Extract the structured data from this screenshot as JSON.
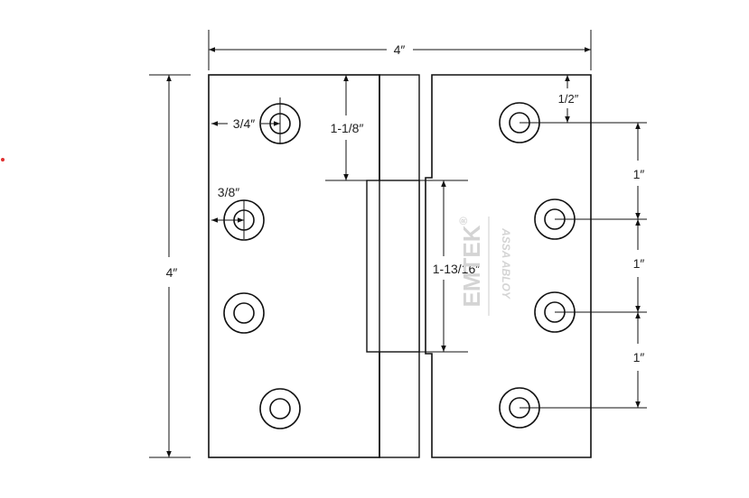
{
  "colors": {
    "line": "#111111",
    "watermark": "#d4d4d4",
    "marker": "#e03030"
  },
  "dimensions": {
    "overall_width": "4″",
    "overall_height": "4″",
    "hole_edge_offset_top": "3/4″",
    "hole_edge_offset_second": "3/8″",
    "knuckle_top_offset": "1-1/8″",
    "knuckle_cutout_height": "1-13/16″",
    "right_top_offset": "1/2″",
    "hole_spacing_1": "1″",
    "hole_spacing_2": "1″",
    "hole_spacing_3": "1″"
  },
  "watermark": {
    "brand": "EMTEK",
    "registered": "®",
    "parent": "ASSA ABLOY"
  },
  "icons": {
    "left_leaf_holes": "countersunk-screw-hole",
    "right_leaf_holes": "countersunk-screw-hole"
  }
}
